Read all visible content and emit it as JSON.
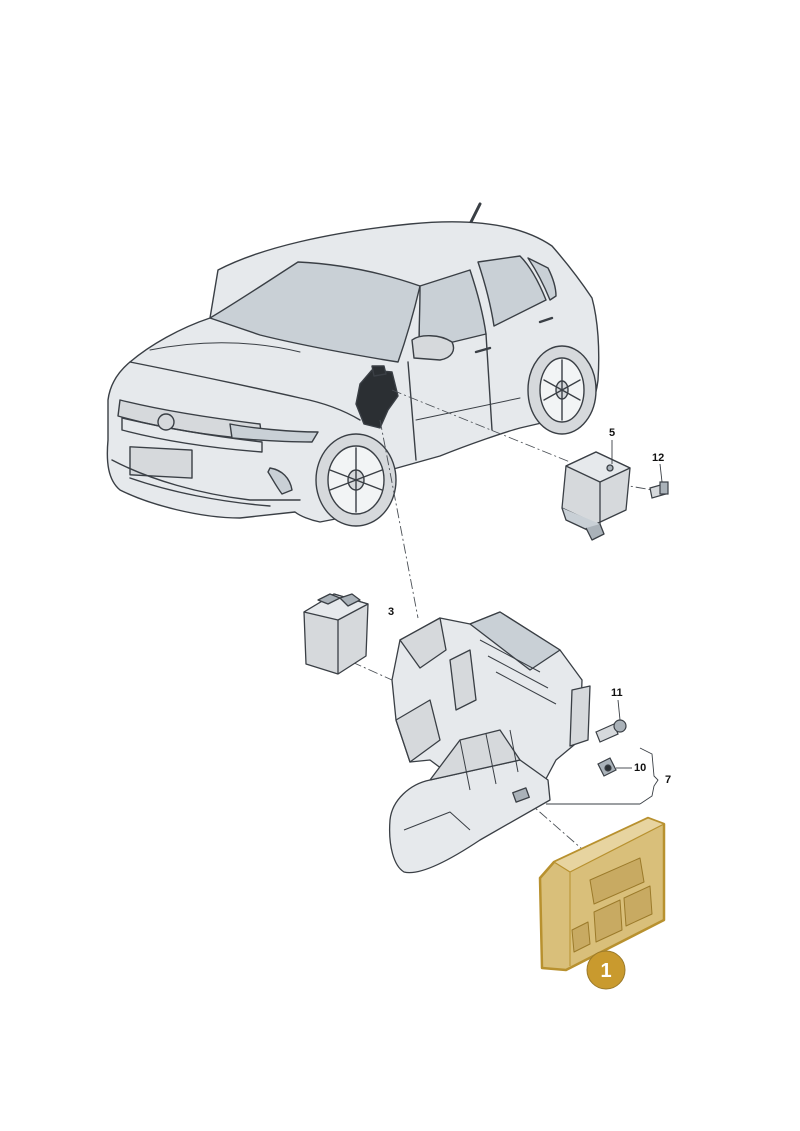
{
  "callouts": {
    "c1": "1",
    "c3": "3",
    "c5": "5",
    "c7": "7",
    "c10": "10",
    "c11": "11",
    "c12": "12"
  },
  "colors": {
    "line": "#3a3f45",
    "body_fill": "#e6e9ec",
    "glass_fill": "#c9d0d6",
    "part_fill": "#d6d9dc",
    "dark_part": "#2b2f33",
    "highlight_fill": "#d9bf7a",
    "highlight_stroke": "#b8912f",
    "badge_fill": "#c99a2e"
  },
  "icons": {
    "car": "car-illustration",
    "module_5": "control-module-icon",
    "module_3": "control-unit-icon",
    "bracket": "mounting-bracket-icon",
    "module_1": "highlighted-control-unit-icon",
    "screw_12": "screw-icon",
    "screw_11": "screw-icon",
    "nut_10": "clip-nut-icon"
  }
}
